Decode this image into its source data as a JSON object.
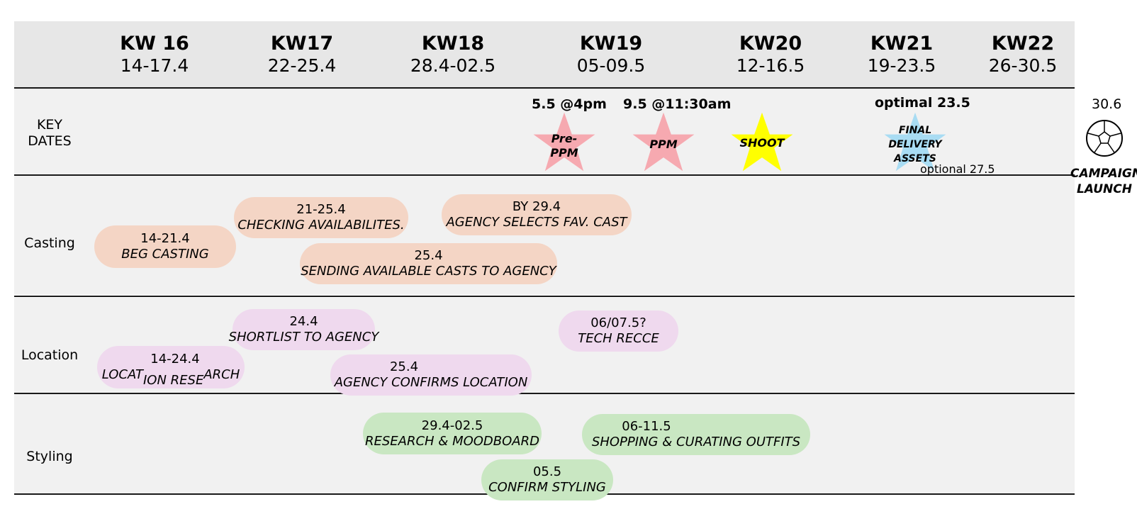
{
  "weeks": [
    {
      "kw": "KW 16",
      "dates": "14-17.4"
    },
    {
      "kw": "KW17",
      "dates": "22-25.4"
    },
    {
      "kw": "KW18",
      "dates": "28.4-02.5"
    },
    {
      "kw": "KW19",
      "dates": "05-09.5"
    },
    {
      "kw": "KW20",
      "dates": "12-16.5"
    },
    {
      "kw": "KW21",
      "dates": "19-23.5"
    },
    {
      "kw": "KW22",
      "dates": "26-30.5"
    }
  ],
  "rows": {
    "key_dates": {
      "label_line1": "KEY",
      "label_line2": "DATES"
    },
    "casting": {
      "label": "Casting"
    },
    "location": {
      "label": "Location"
    },
    "styling": {
      "label": "Styling"
    }
  },
  "key_dates": {
    "pre_ppm": {
      "date": "5.5 @4pm",
      "line1": "Pre-",
      "line2": "PPM",
      "color": "#f6a9b0"
    },
    "ppm": {
      "date": "9.5 @11:30am",
      "label": "PPM",
      "color": "#f6a9b0"
    },
    "shoot": {
      "label": "SHOOT",
      "color": "#ffff00"
    },
    "final": {
      "date": "optimal 23.5",
      "line1": "FINAL",
      "line2": "DELIVERY",
      "line3": "ASSETS",
      "note": "optional 27.5",
      "color": "#a8dcf3"
    },
    "launch": {
      "date": "30.6",
      "line1": "CAMPAIGN",
      "line2": "LAUNCH",
      "icon": "soccer-ball-icon"
    }
  },
  "casting": [
    {
      "date": "14-21.4",
      "task": "BEG CASTING"
    },
    {
      "date": "21-25.4",
      "task": "CHECKING  AVAILABILITES."
    },
    {
      "date": "BY 29.4",
      "task": "AGENCY SELECTS FAV. CAST"
    },
    {
      "date": "25.4",
      "task": "SENDING AVAILABLE CASTS TO AGENCY"
    }
  ],
  "location": [
    {
      "date": "24.4",
      "task": "SHORTLIST TO AGENCY"
    },
    {
      "date": "06/07.5?",
      "task": "TECH RECCE"
    },
    {
      "date": "14-24.4",
      "task_a": "LOCAT",
      "task_b": "ION RESE",
      "task_c": "ARCH"
    },
    {
      "date": "25.4",
      "task": "AGENCY CONFIRMS LOCATION"
    }
  ],
  "styling": [
    {
      "date": "29.4-02.5",
      "task": "RESEARCH  & MOODBOARD"
    },
    {
      "date": "06-11.5",
      "task": "SHOPPING & CURATING OUTFITS"
    },
    {
      "date": "05.5",
      "task": "CONFIRM  STYLING"
    }
  ],
  "colors": {
    "casting": "#f4d5c5",
    "location": "#efd9ee",
    "styling": "#c9e7c2",
    "header_bg": "#e7e7e7",
    "row_bg": "#f1f1f1"
  }
}
